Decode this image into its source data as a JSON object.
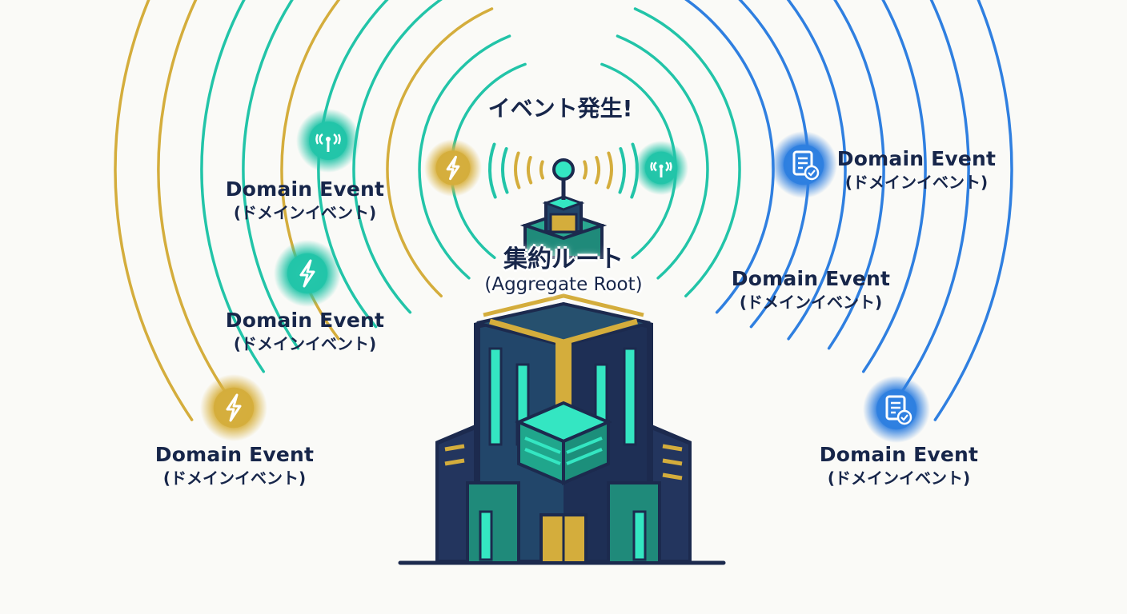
{
  "headline": "イベント発生!",
  "aggregate_root": {
    "label_ja": "集約ルート",
    "label_en": "(Aggregate Root)"
  },
  "events": [
    {
      "title": "Domain Event",
      "subtitle": "(ドメインイベント)",
      "icon": "antenna-icon",
      "color": "#22c4a8"
    },
    {
      "title": "Domain Event",
      "subtitle": "(ドメインイベント)",
      "icon": "lightning-icon",
      "color": "#22c4a8"
    },
    {
      "title": "Domain Event",
      "subtitle": "(ドメインイベント)",
      "icon": "lightning-icon",
      "color": "#d4ad3c"
    },
    {
      "title": "Domain Event",
      "subtitle": "(ドメインイベント)",
      "icon": "document-check-icon",
      "color": "#2f7fe0"
    },
    {
      "title": "Domain Event",
      "subtitle": "(ドメインイベント)",
      "icon": "none",
      "color": "#2f7fe0"
    },
    {
      "title": "Domain Event",
      "subtitle": "(ドメインイベント)",
      "icon": "document-check-icon",
      "color": "#2f7fe0"
    }
  ],
  "colors": {
    "gold": "#d4ad3c",
    "teal": "#22c4a8",
    "blue": "#2f7fe0",
    "navy": "#1c2a4e",
    "mint": "#34e6c2"
  }
}
